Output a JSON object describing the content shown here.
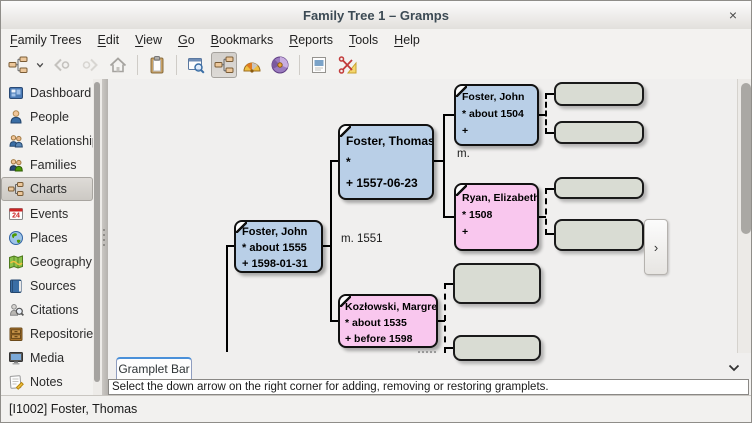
{
  "window": {
    "title": "Family Tree 1 – Gramps",
    "close": "×"
  },
  "menu": {
    "items": [
      "Family Trees",
      "Edit",
      "View",
      "Go",
      "Bookmarks",
      "Reports",
      "Tools",
      "Help"
    ]
  },
  "toolbar": {
    "icons": [
      "pedigree-view-dropdown",
      "back",
      "forward",
      "home",
      "clipboard",
      "configure-view",
      "pedigree",
      "fan-chart",
      "full-circle-fan-chart",
      "print",
      "screenshot"
    ]
  },
  "sidebar": {
    "selected": "Charts",
    "items": [
      {
        "label": "Dashboard",
        "icon": "dashboard-icon"
      },
      {
        "label": "People",
        "icon": "people-icon"
      },
      {
        "label": "Relationships",
        "icon": "relationships-icon"
      },
      {
        "label": "Families",
        "icon": "families-icon"
      },
      {
        "label": "Charts",
        "icon": "charts-icon"
      },
      {
        "label": "Events",
        "icon": "events-icon"
      },
      {
        "label": "Places",
        "icon": "places-icon"
      },
      {
        "label": "Geography",
        "icon": "geography-icon"
      },
      {
        "label": "Sources",
        "icon": "sources-icon"
      },
      {
        "label": "Citations",
        "icon": "citations-icon"
      },
      {
        "label": "Repositories",
        "icon": "repositories-icon"
      },
      {
        "label": "Media",
        "icon": "media-icon"
      },
      {
        "label": "Notes",
        "icon": "notes-icon"
      }
    ]
  },
  "chart": {
    "persons": [
      {
        "name": "Foster, John",
        "birth": "* about 1555",
        "death": "+ 1598-01-31",
        "gender": "male"
      },
      {
        "name": "Foster, Thomas",
        "birth": "*",
        "death": "+ 1557-06-23",
        "gender": "male"
      },
      {
        "name": "Foster, John",
        "birth": "* about 1504",
        "death": "+",
        "gender": "male"
      },
      {
        "name": "Ryan, Elizabeth",
        "birth": "* 1508",
        "death": "+",
        "gender": "female"
      },
      {
        "name": "Kozłowski, Margret",
        "birth": "* about 1535",
        "death": "+ before 1598",
        "gender": "female"
      }
    ],
    "marriages": [
      {
        "label": "m. 1551"
      },
      {
        "label": "m."
      }
    ],
    "empty_box_count": 6,
    "expand_button": "›",
    "colors": {
      "male_box": "#b9cfe7",
      "female_box": "#f9c7ee",
      "unknown_box": "#d9dcd3"
    }
  },
  "grampletbar": {
    "tab": "Gramplet Bar",
    "message": "Select the down arrow on the right corner for adding, removing or restoring gramplets."
  },
  "statusbar": {
    "text": "[I1002] Foster, Thomas"
  }
}
